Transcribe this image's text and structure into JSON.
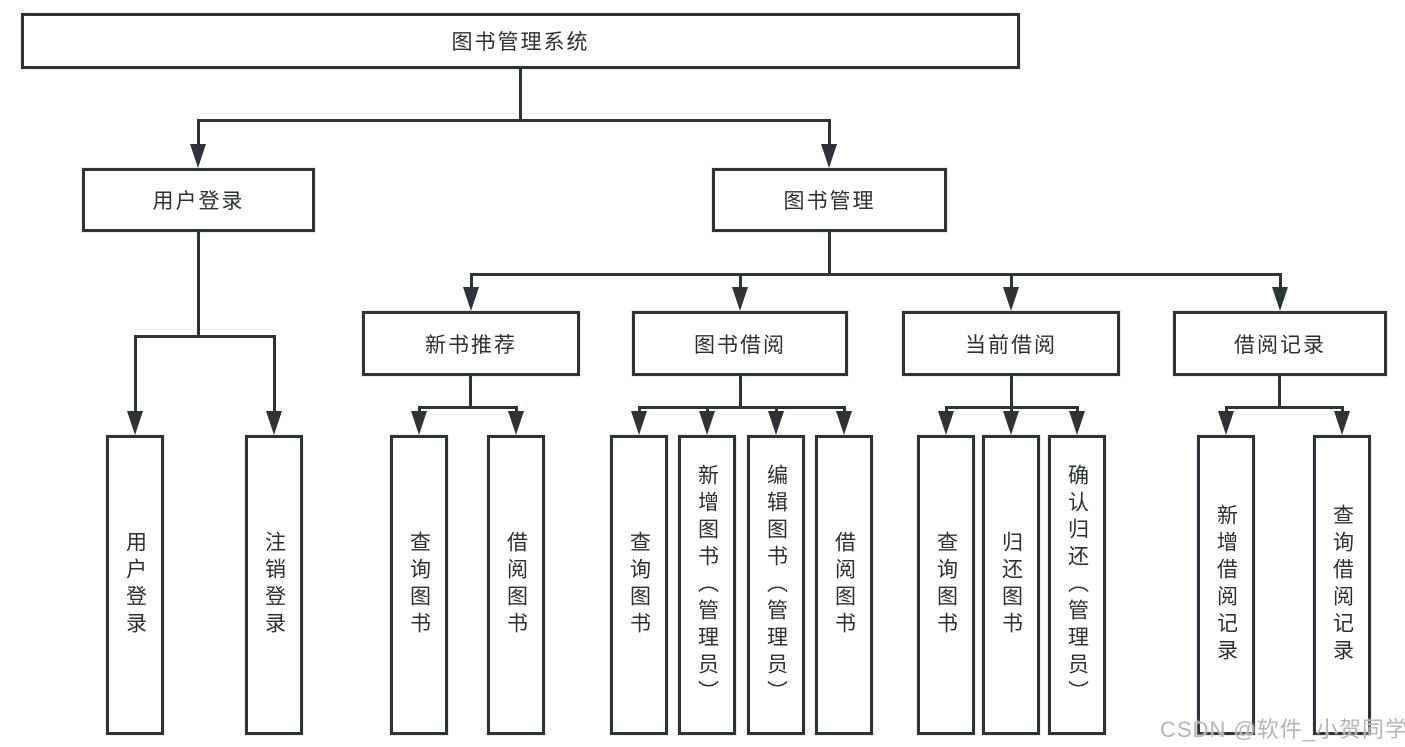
{
  "diagram": {
    "title_node": {
      "label": "图书管理系统"
    },
    "branches": [
      {
        "label": "用户登录",
        "children": [
          {
            "label": "用户登录"
          },
          {
            "label": "注销登录"
          }
        ]
      },
      {
        "label": "图书管理",
        "children": [
          {
            "label": "新书推荐",
            "children": [
              {
                "label": "查询图书"
              },
              {
                "label": "借阅图书"
              }
            ]
          },
          {
            "label": "图书借阅",
            "children": [
              {
                "label": "查询图书"
              },
              {
                "label": "新增图书（管理员）"
              },
              {
                "label": "编辑图书（管理员）"
              },
              {
                "label": "借阅图书"
              }
            ]
          },
          {
            "label": "当前借阅",
            "children": [
              {
                "label": "查询图书"
              },
              {
                "label": "归还图书"
              },
              {
                "label": "确认归还（管理员）"
              }
            ]
          },
          {
            "label": "借阅记录",
            "children": [
              {
                "label": "新增借阅记录"
              },
              {
                "label": "查询借阅记录"
              }
            ]
          }
        ]
      }
    ]
  },
  "watermark": {
    "text": "CSDN @软件_小贺同学"
  },
  "colors": {
    "line": "#2f3236",
    "text": "#2d2f33",
    "background": "#ffffff",
    "watermark": "#b5b5b7"
  }
}
